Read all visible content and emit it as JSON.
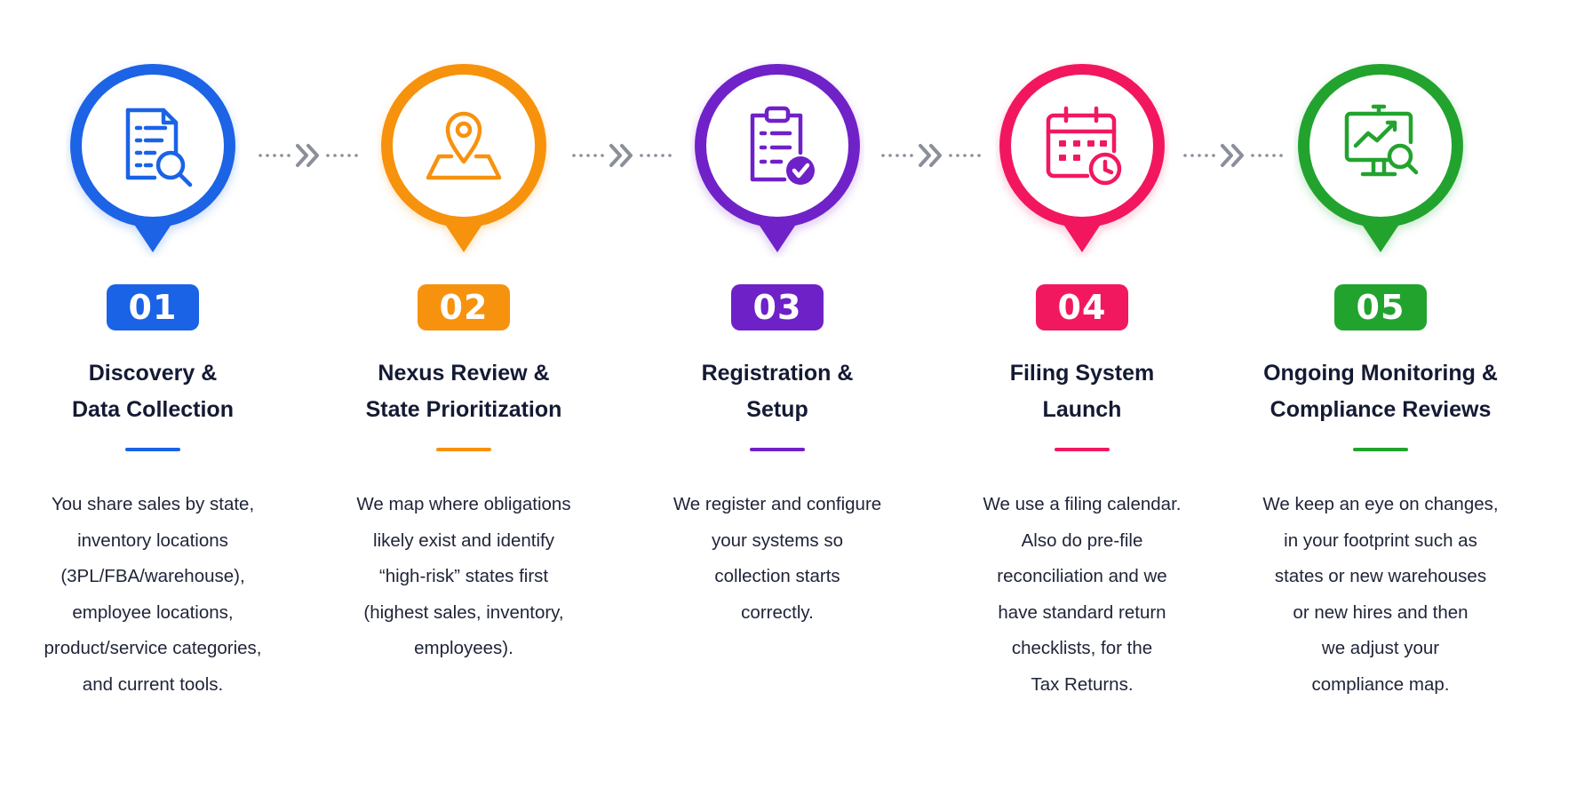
{
  "colors": {
    "step1": "#1a63e6",
    "step2": "#f7920f",
    "step3": "#6f21c8",
    "step4": "#f2185f",
    "step5": "#22a32e",
    "connector": "#8a8f99",
    "text": "#141a33"
  },
  "steps": [
    {
      "number": "01",
      "icon": "document-search-icon",
      "title_lines": [
        "Discovery &",
        "Data Collection"
      ],
      "description_lines": [
        "You share sales by state,",
        "inventory locations",
        "(3PL/FBA/warehouse),",
        "employee locations,",
        "product/service categories,",
        "and current tools."
      ]
    },
    {
      "number": "02",
      "icon": "map-pin-icon",
      "title_lines": [
        "Nexus Review &",
        "State Prioritization"
      ],
      "description_lines": [
        "We map where obligations",
        "likely exist and identify",
        "“high-risk” states first",
        "(highest sales, inventory,",
        "employees)."
      ]
    },
    {
      "number": "03",
      "icon": "clipboard-check-icon",
      "title_lines": [
        "Registration &",
        "Setup"
      ],
      "description_lines": [
        "We register and configure",
        "your systems so",
        "collection starts",
        "correctly."
      ]
    },
    {
      "number": "04",
      "icon": "calendar-clock-icon",
      "title_lines": [
        "Filing System",
        "Launch"
      ],
      "description_lines": [
        "We use a filing calendar.",
        "Also do pre-file",
        "reconciliation and we",
        "have standard return",
        "checklists, for the",
        "Tax Returns."
      ]
    },
    {
      "number": "05",
      "icon": "monitor-analytics-icon",
      "title_lines": [
        "Ongoing Monitoring &",
        "Compliance Reviews"
      ],
      "description_lines": [
        "We keep an eye on changes,",
        "in your footprint such as",
        "states or new warehouses",
        "or new hires and then",
        "we adjust your",
        "compliance map."
      ]
    }
  ]
}
